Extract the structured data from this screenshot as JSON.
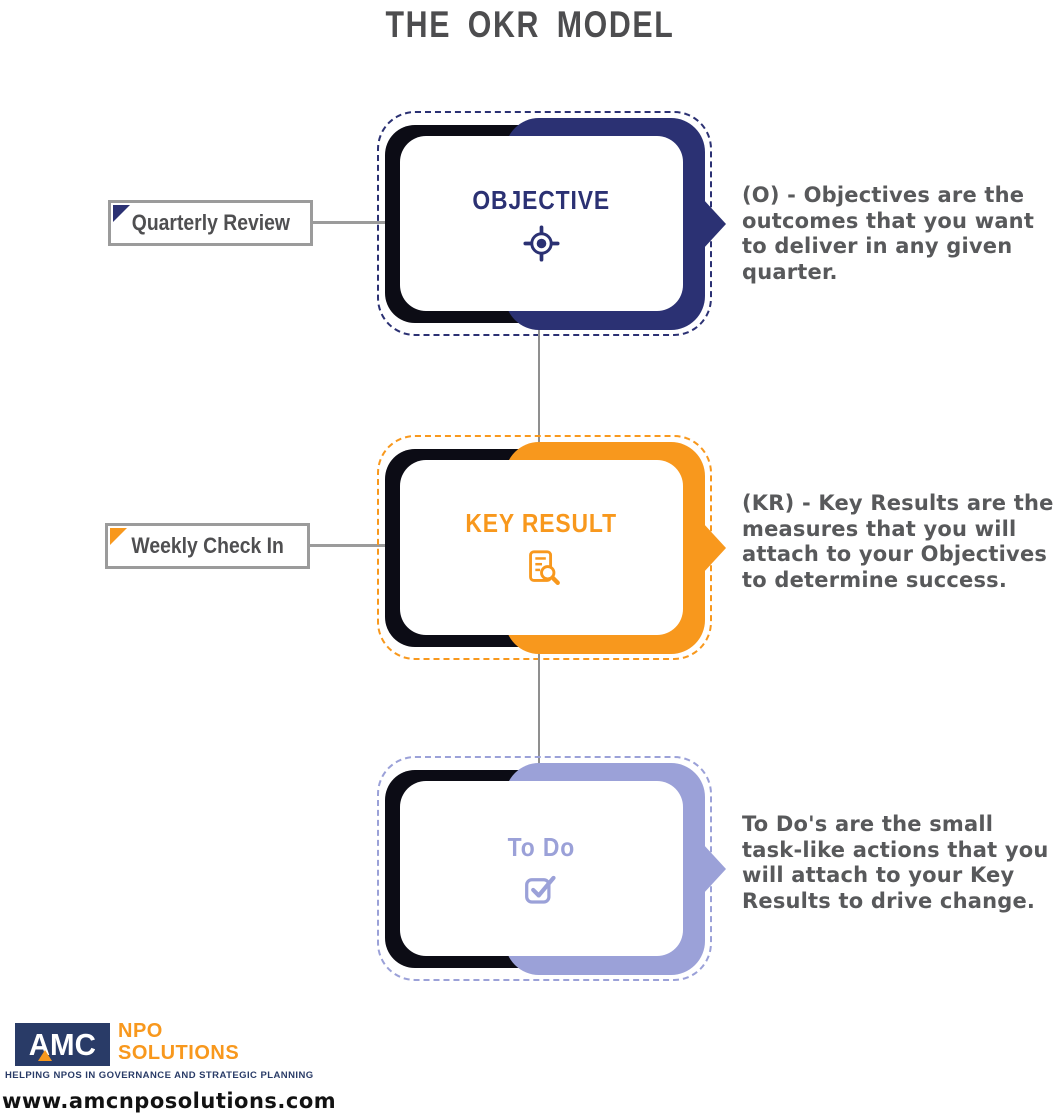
{
  "title": "THE OKR MODEL",
  "colors": {
    "navy": "#2B3173",
    "orange": "#F8981D",
    "periwinkle": "#9BA1D8",
    "box_black": "#0C0C15",
    "description_gray": "#58595B",
    "line_gray": "#9B9B9B"
  },
  "rows": [
    {
      "label": "Quarterly Review",
      "heading": "OBJECTIVE",
      "icon": "target-icon",
      "color": "#2B3173",
      "description": "(O) - Objectives are the\noutcomes that you want\nto deliver in any given quarter."
    },
    {
      "label": "Weekly Check In",
      "heading": "KEY RESULT",
      "icon": "document-search-icon",
      "color": "#F8981D",
      "description": "(KR) - Key Results are the\nmeasures that you will\nattach to your Objectives\nto determine success."
    },
    {
      "heading": "To Do",
      "icon": "checkbox-check-icon",
      "color": "#9BA1D8",
      "description": "To Do's are the small\ntask-like actions that you\nwill attach to your Key\nResults to drive change."
    }
  ],
  "footer": {
    "logo_text": "AMC",
    "brand_line1": "NPO",
    "brand_line2": "SOLUTIONS",
    "tagline": "HELPING NPOS IN GOVERNANCE AND STRATEGIC PLANNING",
    "website": "www.amcnposolutions.com"
  }
}
